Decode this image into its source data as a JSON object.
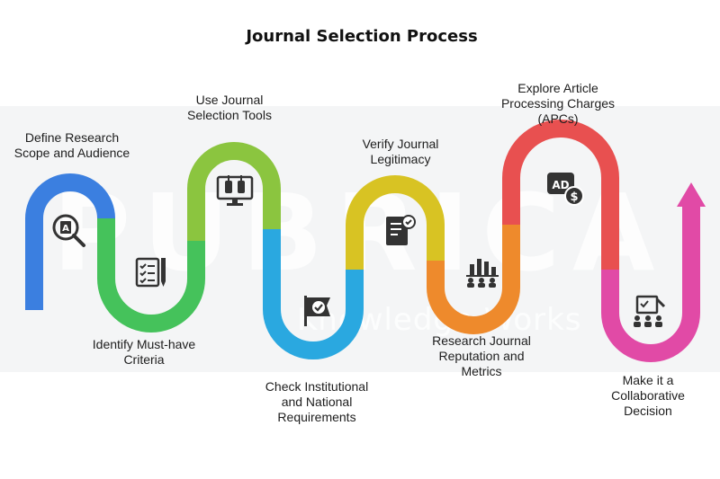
{
  "title": "Journal Selection Process",
  "watermark": {
    "brand": "PUBRICA",
    "tagline": "Knowledge Works"
  },
  "colors": {
    "blue": "#3b7fe0",
    "green": "#45c25b",
    "lime": "#8bc53f",
    "cyan": "#2aa8e0",
    "yellow": "#d8c323",
    "orange": "#ee8a2c",
    "red": "#e85050",
    "pink": "#e14aa6"
  },
  "steps": [
    {
      "lines": [
        "Define Research",
        "Scope and Audience"
      ],
      "icon": "magnifier-document-icon"
    },
    {
      "lines": [
        "Identify Must-have",
        "Criteria"
      ],
      "icon": "checklist-pen-icon"
    },
    {
      "lines": [
        "Use Journal",
        "Selection Tools"
      ],
      "icon": "computer-tools-icon"
    },
    {
      "lines": [
        "Check Institutional",
        "and National",
        "Requirements"
      ],
      "icon": "verified-flag-icon"
    },
    {
      "lines": [
        "Verify Journal",
        "Legitimacy"
      ],
      "icon": "checkbook-icon"
    },
    {
      "lines": [
        "Research Journal",
        "Reputation and",
        "Metrics"
      ],
      "icon": "bar-chart-team-icon"
    },
    {
      "lines": [
        "Explore Article",
        "Processing Charges",
        "(APCs)"
      ],
      "icon": "ad-dollar-icon"
    },
    {
      "lines": [
        "Make it a",
        "Collaborative",
        "Decision"
      ],
      "icon": "team-board-icon"
    }
  ]
}
